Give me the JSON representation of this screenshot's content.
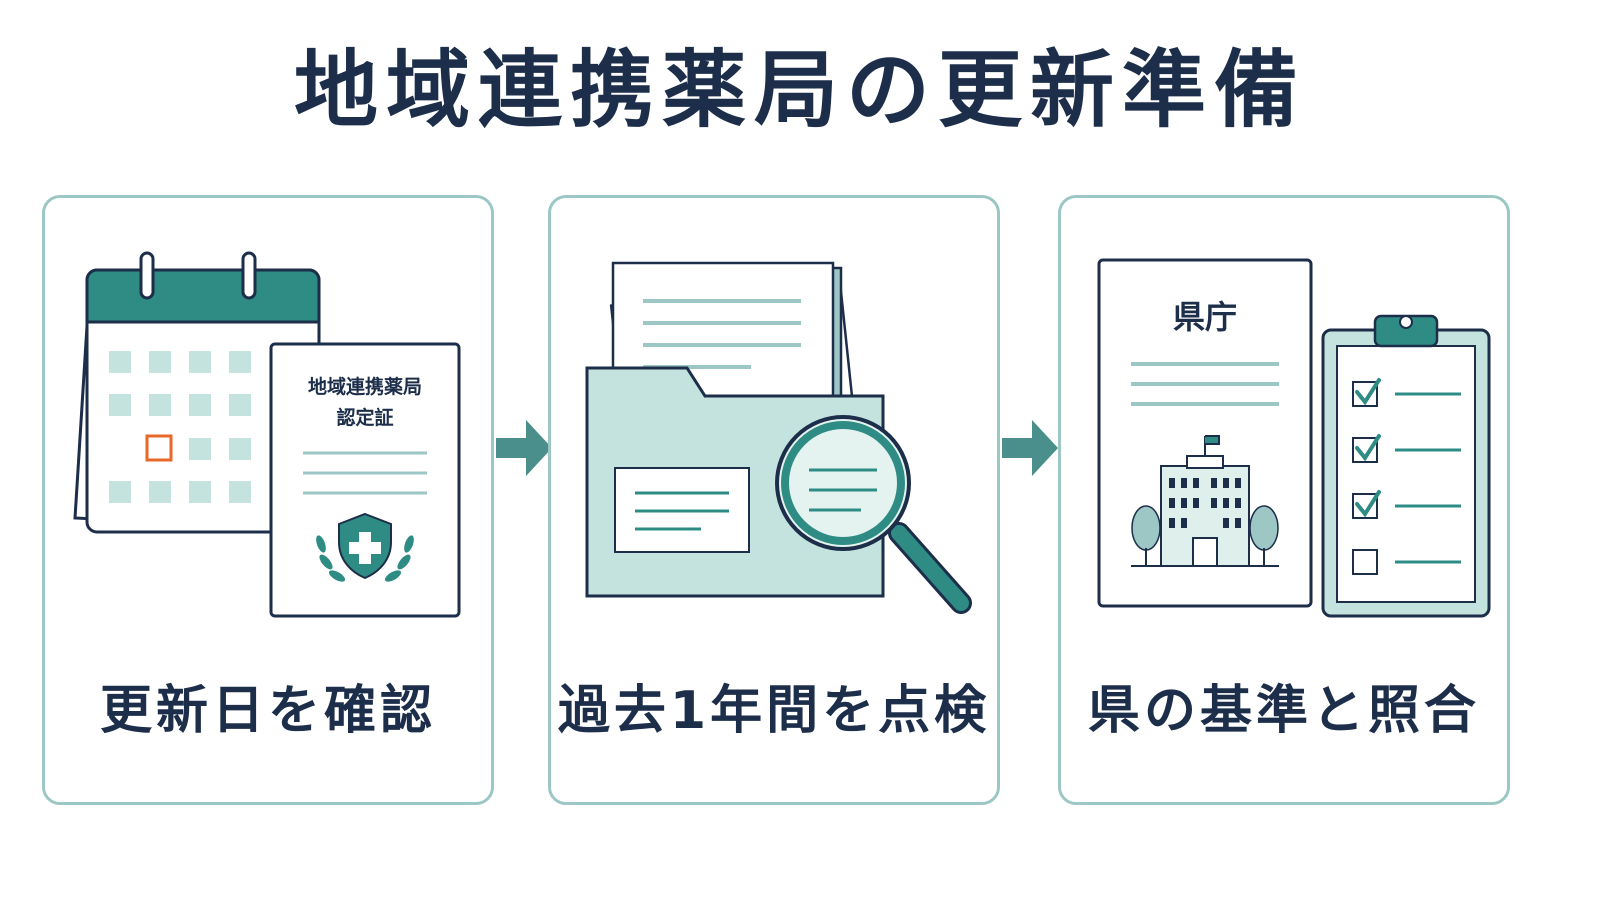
{
  "title": "地域連携薬局の更新準備",
  "colors": {
    "navy": "#1c2e4a",
    "teal": "#2e8c84",
    "teal_light": "#c4e3de",
    "teal_pale": "#dff0ec",
    "orange": "#e8682a",
    "border": "#9cc7c4"
  },
  "steps": [
    {
      "label": "更新日を確認",
      "icon": "calendar-certificate-icon",
      "certificate_text_line1": "地域連携薬局",
      "certificate_text_line2": "認定証"
    },
    {
      "label": "過去1年間を点検",
      "icon": "folder-magnifier-icon"
    },
    {
      "label": "県の基準と照合",
      "icon": "prefecture-checklist-icon",
      "document_title": "県庁"
    }
  ],
  "arrows": [
    "arrow-right-icon",
    "arrow-right-icon"
  ]
}
